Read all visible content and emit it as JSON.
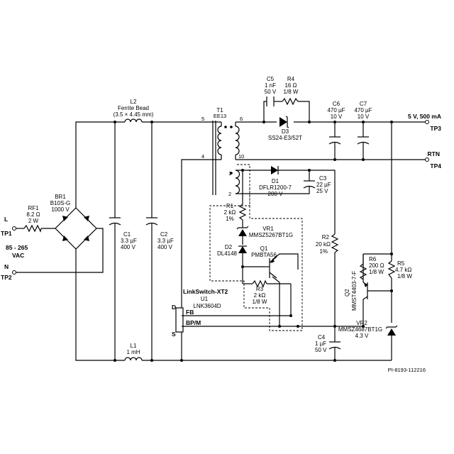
{
  "labels": {
    "tp1_l": "L",
    "tp1": "TP1",
    "tp2_n": "N",
    "tp2": "TP2",
    "vac_range": "85 - 265",
    "vac_unit": "VAC",
    "rf1_name": "RF1",
    "rf1_val": "8.2 Ω",
    "rf1_pwr": "2 W",
    "br1_name": "BR1",
    "br1_part": "B10S-G",
    "br1_v": "1000 V",
    "l2_name": "L2",
    "l2_type": "Ferrite Bead",
    "l2_size": "(3.5 × 4.45 mm)",
    "c1_name": "C1",
    "c1_val": "3.3 µF",
    "c1_v": "400 V",
    "c2_name": "C2",
    "c2_val": "3.3 µF",
    "c2_v": "400 V",
    "l1_name": "L1",
    "l1_val": "1 mH",
    "t1_name": "T1",
    "t1_core": "EE13",
    "pin5": "5",
    "pin4": "4",
    "pin6": "6",
    "pin10": "10",
    "pin1": "1",
    "pin2": "2",
    "c5_name": "C5",
    "c5_val": "1 nF",
    "c5_v": "50 V",
    "r4_name": "R4",
    "r4_val": "16 Ω",
    "r4_pwr": "1/8 W",
    "d3_name": "D3",
    "d3_part": "SS24-E3/52T",
    "c6_name": "C6",
    "c6_val": "470 µF",
    "c6_v": "10 V",
    "c7_name": "C7",
    "c7_val": "470 µF",
    "c7_v": "10 V",
    "out_v": "5 V, 500 mA",
    "tp3": "TP3",
    "rtn": "RTN",
    "tp4": "TP4",
    "d1_name": "D1",
    "d1_part": "DFLR1200-7",
    "d1_v": "200 V",
    "c3_name": "C3",
    "c3_val": "22 µF",
    "c3_v": "25 V",
    "r1_name": "R1",
    "r1_val": "2 kΩ",
    "r1_tol": "1%",
    "vr1_name": "VR1",
    "vr1_part": "MMSZ5267BT1G",
    "d2_name": "D2",
    "d2_part": "DL4148",
    "q1_name": "Q1",
    "q1_part": "PMBTA56",
    "r3_name": "R3",
    "r3_val": "2 kΩ",
    "r3_pwr": "1/8 W",
    "r2_name": "R2",
    "r2_val": "20 kΩ",
    "r2_tol": "1%",
    "r6_name": "R6",
    "r6_val": "200 Ω",
    "r6_pwr": "1/8 W",
    "r5_name": "R5",
    "r5_val": "4.7 kΩ",
    "r5_pwr": "1/8 W",
    "q2_name": "Q2",
    "q2_part": "MMST4403-7-F",
    "u1_family": "LinkSwitch-XT2",
    "u1_name": "U1",
    "u1_part": "LNK3604D",
    "pin_d": "D",
    "pin_fb": "FB",
    "pin_bpm": "BP/M",
    "pin_s": "S",
    "c4_name": "C4",
    "c4_val": "1 µF",
    "c4_v": "50 V",
    "vr2_name": "VR2",
    "vr2_part": "MMSZ4687BT1G",
    "vr2_v": "4.3 V",
    "drawing_id": "PI-8193-112216"
  }
}
